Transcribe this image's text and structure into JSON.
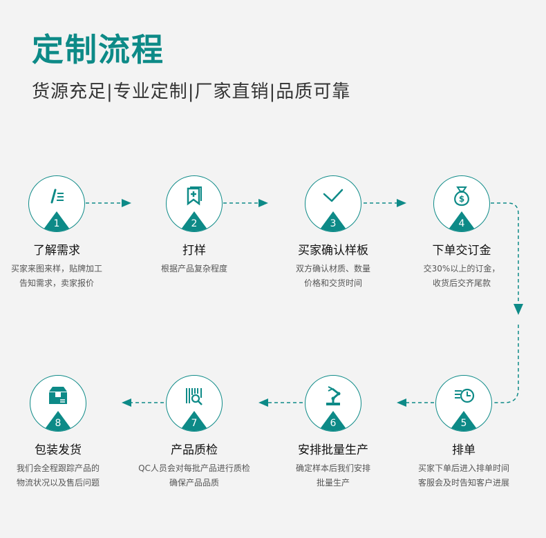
{
  "header": {
    "title": "定制流程",
    "subtitle": "货源充足|专业定制|厂家直销|品质可靠"
  },
  "steps": [
    {
      "num": "1",
      "title": "了解需求",
      "desc1": "买家来图来样，贴牌加工",
      "desc2": "告知需求，卖家报价",
      "icon": "pen-list-icon"
    },
    {
      "num": "2",
      "title": "打样",
      "desc1": "根据产品复杂程度",
      "desc2": "",
      "icon": "bookmark-plus-icon"
    },
    {
      "num": "3",
      "title": "买家确认样板",
      "desc1": "双方确认材质、数量",
      "desc2": "价格和交货时间",
      "icon": "check-icon"
    },
    {
      "num": "4",
      "title": "下单交订金",
      "desc1": "交30%以上的订金，",
      "desc2": "收货后交齐尾款",
      "icon": "money-bag-icon"
    },
    {
      "num": "5",
      "title": "排单",
      "desc1": "买家下单后进入排单时间",
      "desc2": "客服会及时告知客户进展",
      "icon": "schedule-clock-icon"
    },
    {
      "num": "6",
      "title": "安排批量生产",
      "desc1": "确定样本后我们安排",
      "desc2": "批量生产",
      "icon": "robot-arm-icon"
    },
    {
      "num": "7",
      "title": "产品质检",
      "desc1": "QC人员会对每批产品进行质检",
      "desc2": "确保产品品质",
      "icon": "barcode-search-icon"
    },
    {
      "num": "8",
      "title": "包装发货",
      "desc1": "我们会全程跟踪产品的",
      "desc2": "物流状况以及售后问题",
      "icon": "package-icon"
    }
  ],
  "colors": {
    "accent": "#0d8a87",
    "background": "#f3f3f3"
  }
}
